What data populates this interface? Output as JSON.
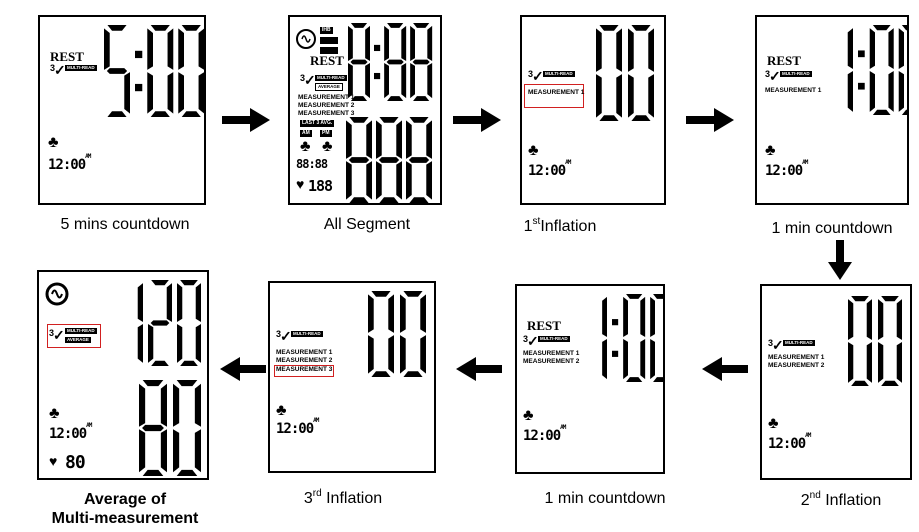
{
  "panels": {
    "p1": {
      "rest": "REST",
      "multi": "MULTI-READ",
      "three": "3",
      "clock": "12:00",
      "am": "AM"
    },
    "p2": {
      "rest": "REST",
      "multi": "MULTI-READ",
      "average": "AVERAGE",
      "three": "3",
      "m1": "MEASUREMENT 1",
      "m2": "MEASUREMENT 2",
      "m3": "MEASUREMENT 3",
      "last3": "LAST 3 AVG.",
      "am": "AM",
      "pm": "PM",
      "ihb": "IHB",
      "clock": "88:88",
      "pulse": "188"
    },
    "p3": {
      "multi": "MULTI-READ",
      "three": "3",
      "m1": "MEASUREMENT 1",
      "clock": "12:00",
      "am": "AM"
    },
    "p4": {
      "rest": "REST",
      "multi": "MULTI-READ",
      "three": "3",
      "m1": "MEASUREMENT 1",
      "clock": "12:00",
      "am": "AM"
    },
    "p5": {
      "multi": "MULTI-READ",
      "three": "3",
      "m1": "MEASUREMENT 1",
      "m2": "MEASUREMENT 2",
      "clock": "12:00",
      "am": "AM"
    },
    "p6": {
      "rest": "REST",
      "multi": "MULTI-READ",
      "three": "3",
      "m1": "MEASUREMENT 1",
      "m2": "MEASUREMENT 2",
      "clock": "12:00",
      "am": "AM"
    },
    "p7": {
      "multi": "MULTI-READ",
      "three": "3",
      "m1": "MEASUREMENT 1",
      "m2": "MEASUREMENT 2",
      "m3": "MEASUREMENT 3",
      "clock": "12:00",
      "am": "AM"
    },
    "p8": {
      "multi": "MULTI-READ",
      "average": "AVERAGE",
      "three": "3",
      "clock": "12:00",
      "am": "AM",
      "pulse": "80"
    }
  },
  "captions": {
    "p1": "5 mins countdown",
    "p2": "All Segment",
    "p3_pre": "1",
    "p3_sup": "st",
    "p3_post": "Inflation",
    "p4": "1 min countdown",
    "p5_pre": "2",
    "p5_sup": "nd",
    "p5_post": " Inflation",
    "p6": "1 min countdown",
    "p7_pre": "3",
    "p7_sup": "rd",
    "p7_post": " Inflation",
    "p8_line1": "Average of",
    "p8_line2": "Multi-measurement"
  },
  "icons": [
    "arrow-right-icon",
    "arrow-down-icon",
    "arrow-left-icon",
    "user-icon",
    "heart-icon",
    "pulse-wave-icon",
    "checkmark-icon"
  ]
}
